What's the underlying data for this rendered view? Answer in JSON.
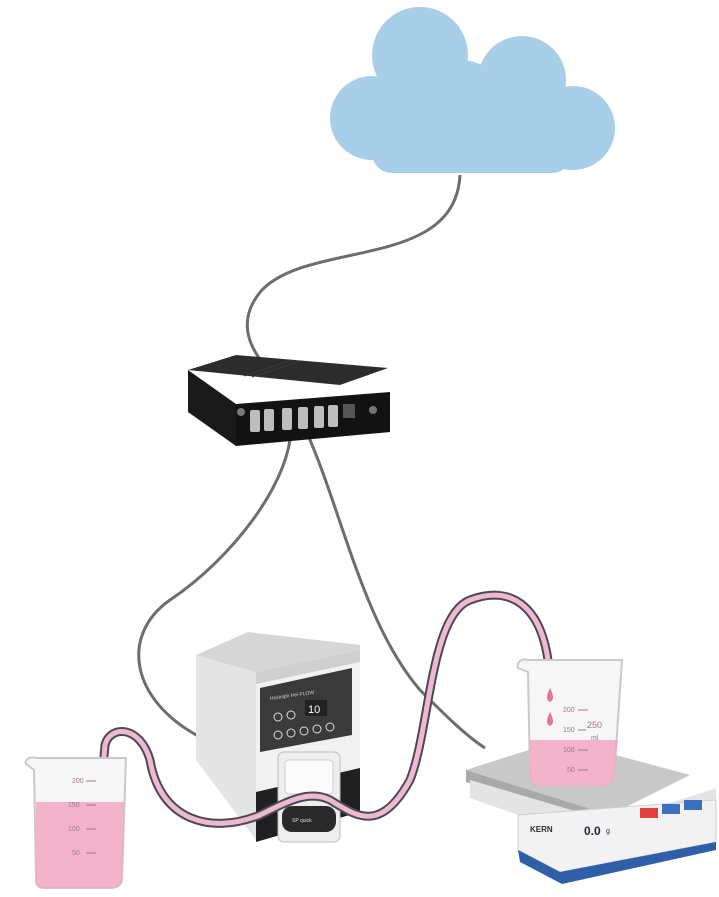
{
  "pump": {
    "display": "10",
    "brand_plate": "Heidolph Hei-FLOW",
    "head_label": "SP quick"
  },
  "beaker_left": {
    "marks": [
      "200",
      "150",
      "100",
      "50"
    ]
  },
  "beaker_right": {
    "marks": [
      "200",
      "150",
      "100",
      "50"
    ],
    "volume_label": "250",
    "unit_label": "ml"
  },
  "scale": {
    "brand": "KERN",
    "display": "0.0",
    "unit": "g"
  },
  "colors": {
    "cloud": "#a9cfe8",
    "cable": "#6d6d6d",
    "tube_outer": "#4a4a55",
    "tube_inner": "#f0b9cf",
    "liquid": "#f2a7c2",
    "computer": "#1c1c1c",
    "lcd": "#8fa7c9"
  }
}
